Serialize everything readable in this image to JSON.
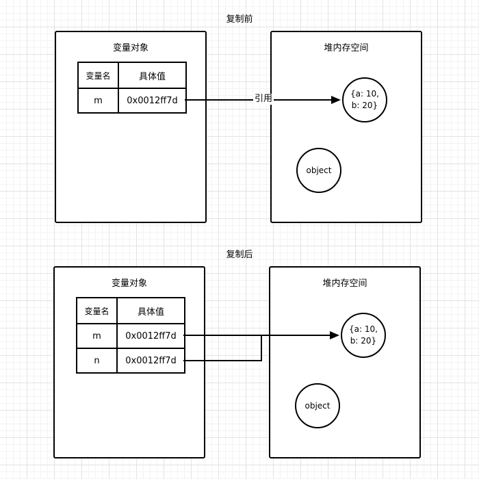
{
  "before": {
    "title": "复制前",
    "variable_panel": {
      "label": "变量对象",
      "headers": [
        "变量名",
        "具体值"
      ],
      "rows": [
        {
          "name": "m",
          "value": "0x0012ff7d"
        }
      ]
    },
    "heap_panel": {
      "label": "堆内存空间",
      "object_a": "{a: 10,\nb: 20}",
      "object_b": "object"
    },
    "edge_label": "引用"
  },
  "after": {
    "title": "复制后",
    "variable_panel": {
      "label": "变量对象",
      "headers": [
        "变量名",
        "具体值"
      ],
      "rows": [
        {
          "name": "m",
          "value": "0x0012ff7d"
        },
        {
          "name": "n",
          "value": "0x0012ff7d"
        }
      ]
    },
    "heap_panel": {
      "label": "堆内存空间",
      "object_a": "{a: 10,\nb: 20}",
      "object_b": "object"
    }
  }
}
